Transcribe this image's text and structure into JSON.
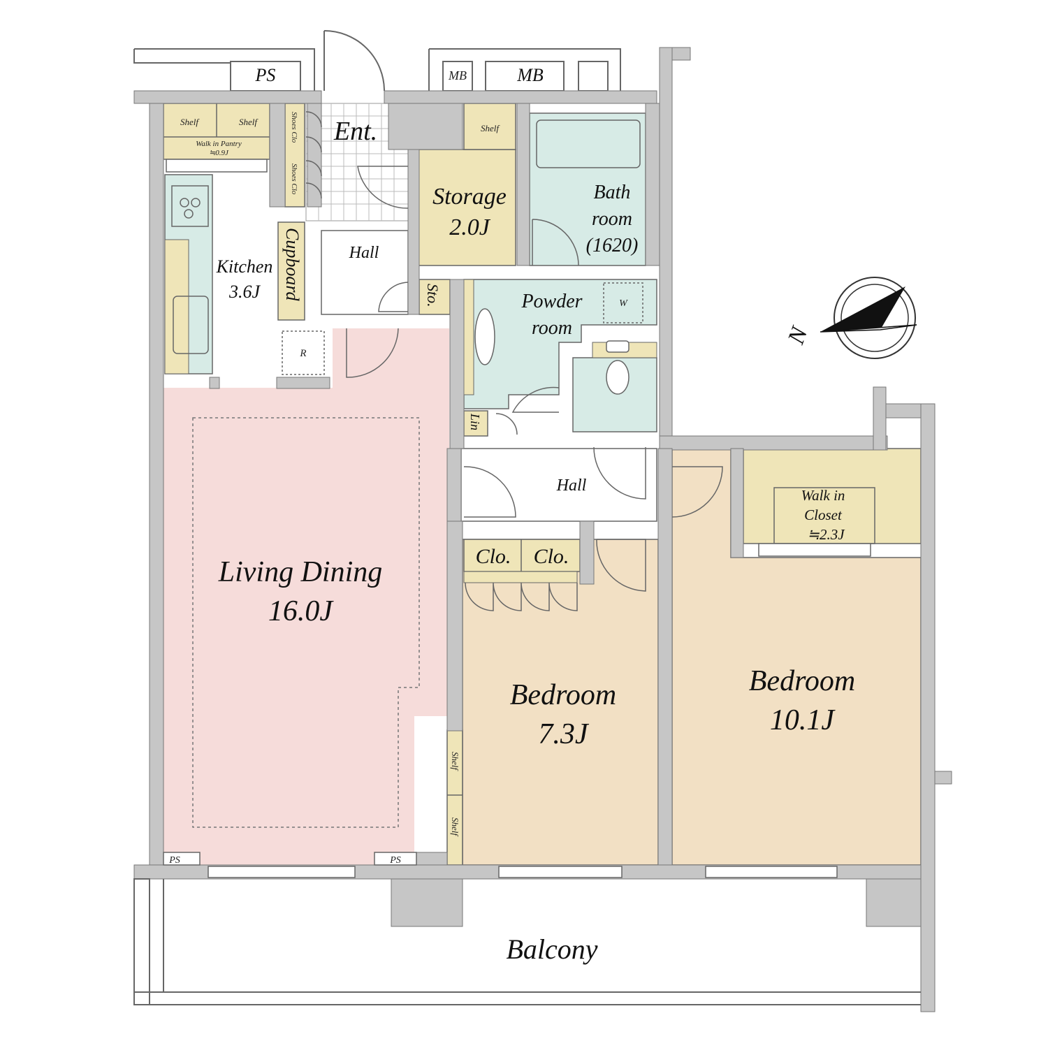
{
  "colors": {
    "wall": "#c6c6c6",
    "living": "#f6dcda",
    "wet": "#d7ebe6",
    "storage": "#efe5b8",
    "bedroom": "#f2e0c4",
    "hall": "#ffffff",
    "line": "#555555"
  },
  "labels": {
    "ps_top": "PS",
    "mb_small": "MB",
    "mb_large": "MB",
    "shelf1": "Shelf",
    "shelf2": "Shelf",
    "shelf3": "Shelf",
    "pantry": "Walk in Pantry",
    "pantry_size": "≒0.9J",
    "shoes1": "Shoes Clo",
    "shoes2": "Shoes Clo",
    "entrance": "Ent.",
    "storage": "Storage",
    "storage_size": "2.0J",
    "bath1": "Bath",
    "bath2": "room",
    "bath3": "(1620)",
    "kitchen": "Kitchen",
    "kitchen_size": "3.6J",
    "cupboard": "Cupboard",
    "hall_top": "Hall",
    "sto": "Sto.",
    "powder1": "Powder",
    "powder2": "room",
    "washer": "W",
    "fridge": "R",
    "linen": "Lin",
    "hall_mid": "Hall",
    "wic1": "Walk in",
    "wic2": "Closet",
    "wic_size": "≒2.3J",
    "clo1": "Clo.",
    "clo2": "Clo.",
    "living": "Living Dining",
    "living_size": "16.0J",
    "bed1": "Bedroom",
    "bed1_size": "7.3J",
    "bed2": "Bedroom",
    "bed2_size": "10.1J",
    "shelf_v1": "Shelf",
    "shelf_v2": "Shelf",
    "ps_bl": "PS",
    "ps_bm": "PS",
    "balcony": "Balcony",
    "north": "N"
  }
}
